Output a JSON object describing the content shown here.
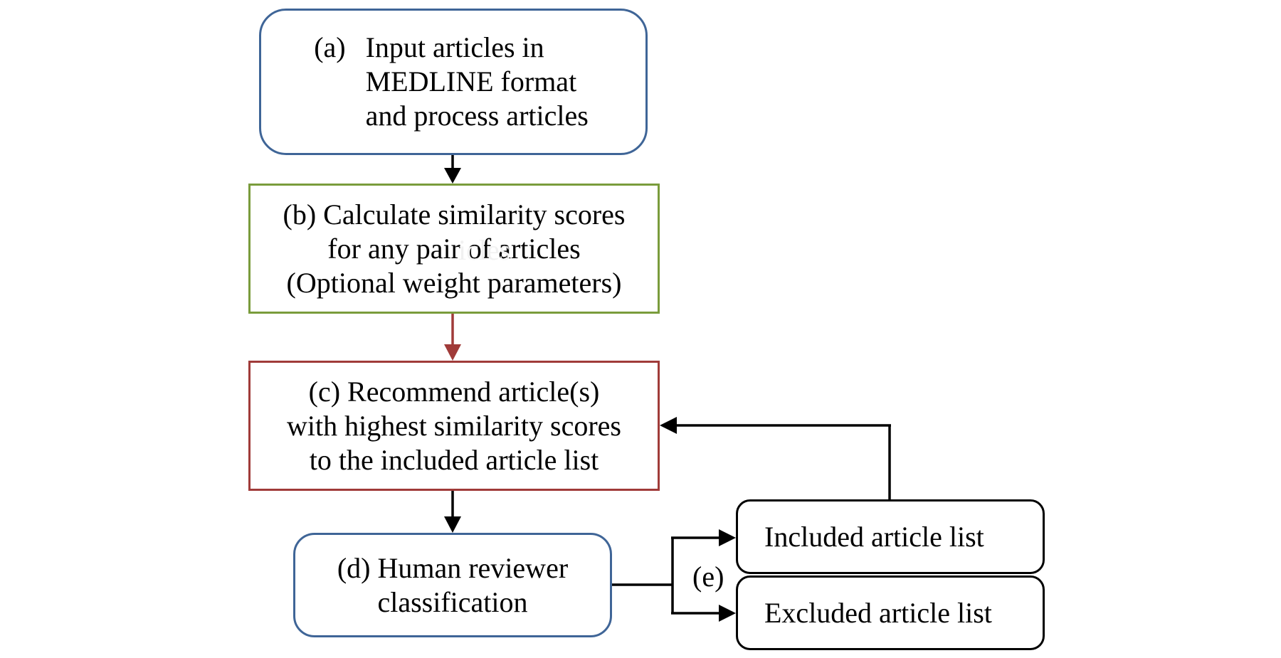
{
  "diagram": {
    "box_a": {
      "label": "(a)",
      "lines": [
        "Input articles in",
        "MEDLINE format",
        "and process articles"
      ]
    },
    "box_b": {
      "lines": [
        "(b) Calculate similarity scores",
        "for any pair of articles",
        "(Optional weight parameters)"
      ]
    },
    "box_c": {
      "lines": [
        "(c) Recommend article(s)",
        "with highest similarity scores",
        "to the included article list"
      ]
    },
    "box_d": {
      "lines": [
        "(d) Human reviewer",
        "classification"
      ]
    },
    "label_e": "(e)",
    "included_list": "Included article list",
    "excluded_list": "Excluded article list",
    "ghost_text": "icles",
    "colors": {
      "blue": "#3f6597",
      "green": "#7a9c3c",
      "red": "#a03b39",
      "black": "#000000"
    }
  }
}
